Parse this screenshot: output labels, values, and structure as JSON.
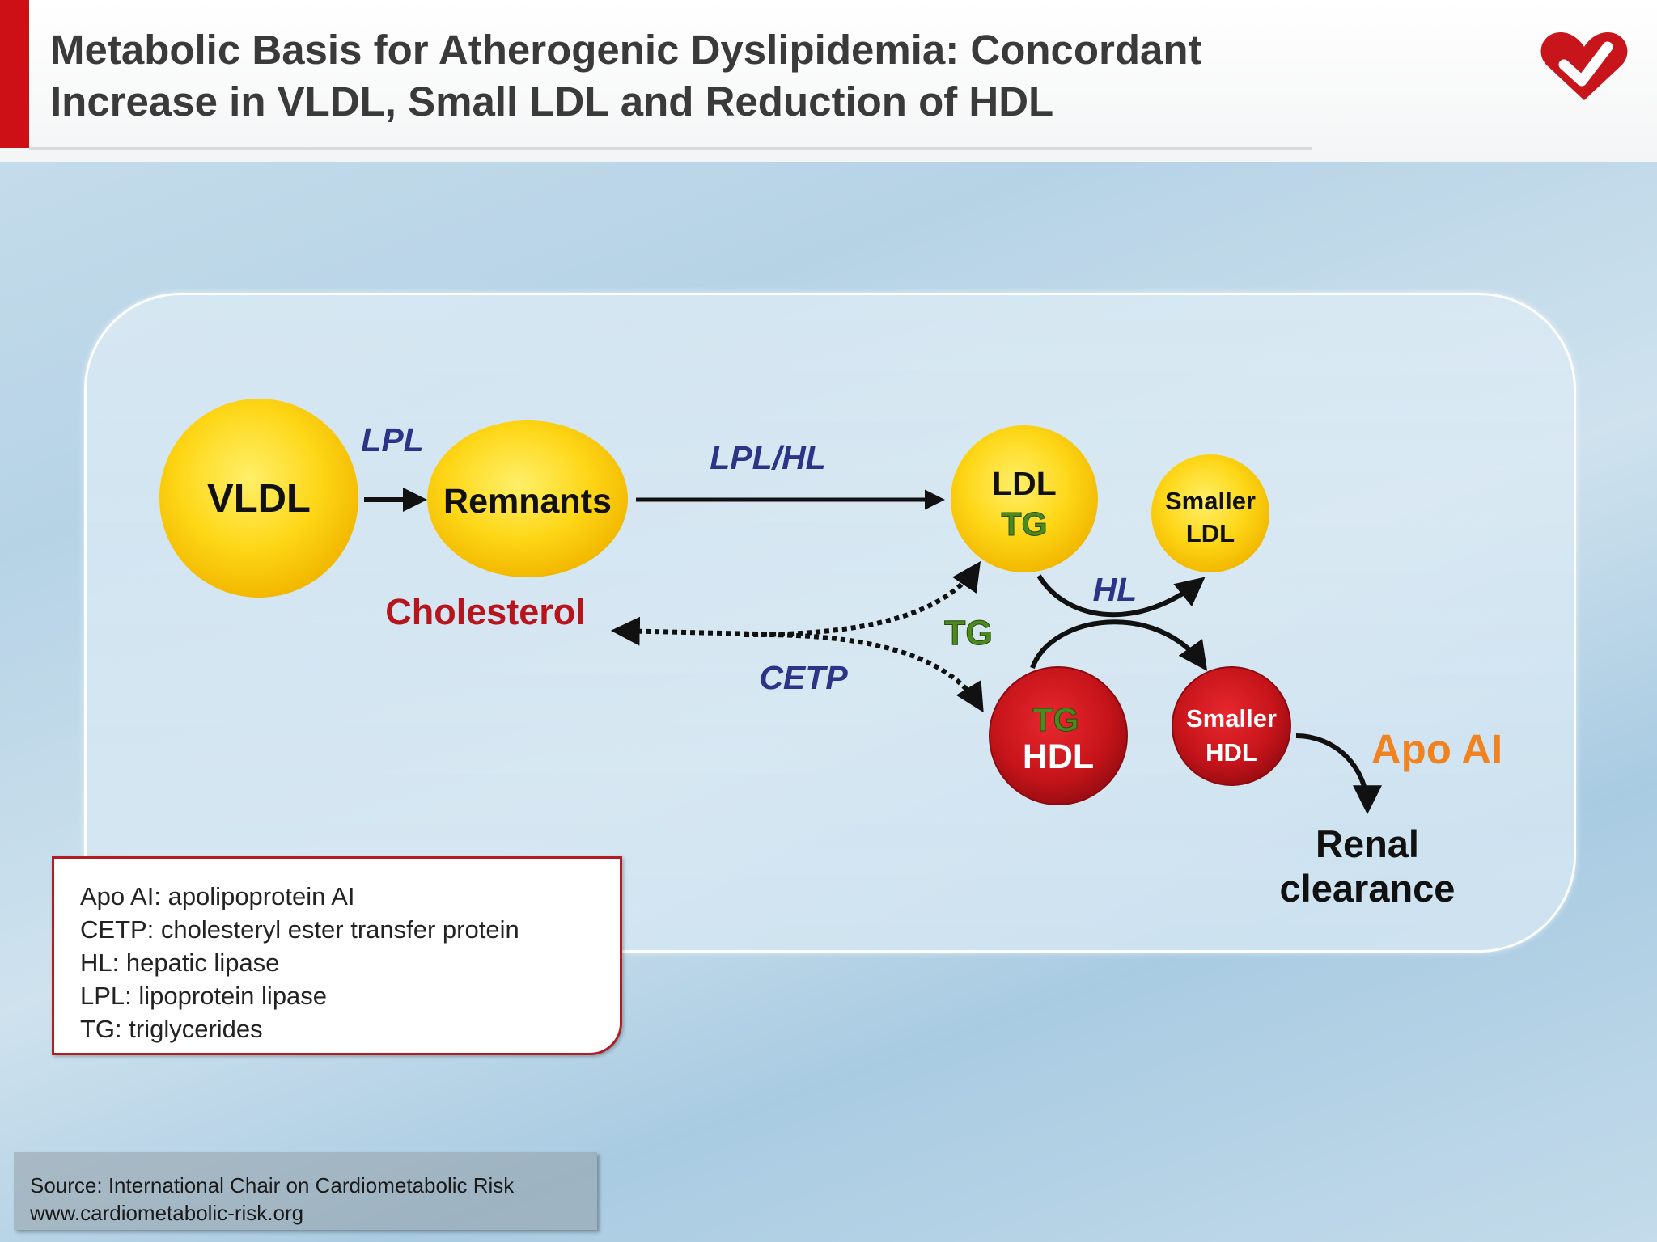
{
  "title": {
    "line1": "Metabolic Basis for Atherogenic Dyslipidemia: Concordant",
    "line2": "Increase in VLDL, Small LDL and Reduction of HDL"
  },
  "logo": {
    "icon": "heart-check-icon",
    "color": "#c8151b"
  },
  "colors": {
    "yellow": "#fcd200",
    "red": "#c8131a",
    "enzyme_blue": "#2b3486",
    "cholesterol_red": "#b8141c",
    "tg_green": "#3f7c1a",
    "apo_orange": "#f0821f"
  },
  "diagram": {
    "nodes": {
      "vldl": "VLDL",
      "remnants": "Remnants",
      "ldl_line1": "LDL",
      "ldl_line2": "TG",
      "smaller_ldl_line1": "Smaller",
      "smaller_ldl_line2": "LDL",
      "tg_hdl_line1": "TG",
      "tg_hdl_line2": "HDL",
      "smaller_hdl_line1": "Smaller",
      "smaller_hdl_line2": "HDL"
    },
    "labels": {
      "lpl": "LPL",
      "lpl_hl": "LPL/HL",
      "hl": "HL",
      "cetp": "CETP",
      "cholesterol": "Cholesterol",
      "tg": "TG",
      "apo_ai": "Apo AI",
      "renal_line1": "Renal",
      "renal_line2": "clearance"
    }
  },
  "legend": {
    "items": [
      "Apo AI: apolipoprotein AI",
      "CETP: cholesteryl ester transfer protein",
      "HL: hepatic lipase",
      "LPL: lipoprotein lipase",
      "TG: triglycerides"
    ]
  },
  "source": {
    "line1": "Source: International Chair on Cardiometabolic Risk",
    "line2": "www.cardiometabolic-risk.org"
  }
}
